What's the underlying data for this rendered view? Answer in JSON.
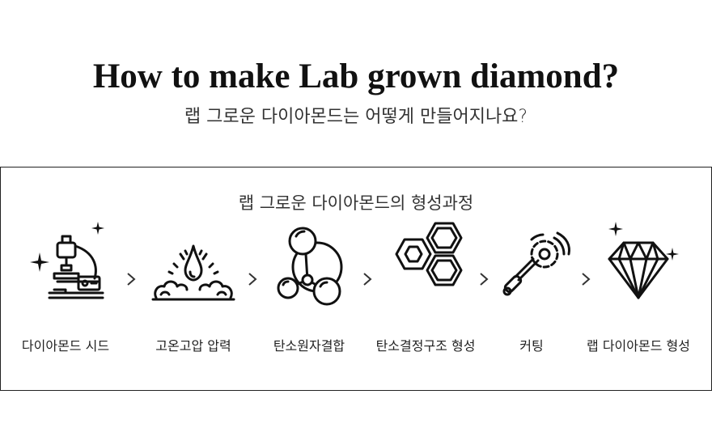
{
  "header": {
    "title": "How to make Lab grown diamond?",
    "subtitle": "랩 그로운 다이아몬드는 어떻게 만들어지나요?"
  },
  "process": {
    "title": "랩 그로운 다이아몬드의 형성과정",
    "steps": [
      {
        "label": "다이아몬드 시드",
        "icon": "microscope-icon"
      },
      {
        "label": "고온고압 압력",
        "icon": "pressure-drop-icon"
      },
      {
        "label": "탄소원자결합",
        "icon": "carbon-atoms-icon"
      },
      {
        "label": "탄소결정구조 형성",
        "icon": "crystal-structure-icon"
      },
      {
        "label": "커팅",
        "icon": "cutting-tool-icon"
      },
      {
        "label": "랩 다이아몬드 형성",
        "icon": "diamond-icon"
      }
    ],
    "arrow_icon": "chevron-right-icon"
  }
}
